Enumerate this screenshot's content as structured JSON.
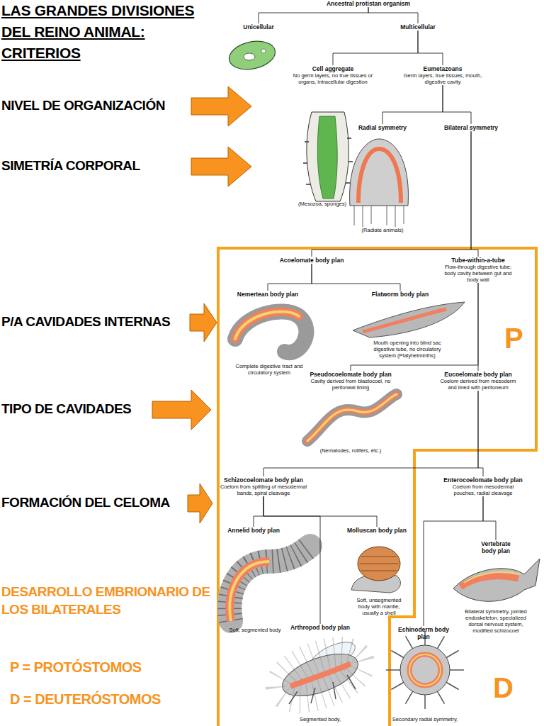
{
  "diagram": {
    "title": "LAS GRANDES DIVISIONES DEL REINO ANIMAL: CRITERIOS",
    "nodes": [
      {
        "text": [
          "Ancestral protistan organism"
        ]
      },
      {
        "text": [
          "Unicellular"
        ]
      },
      {
        "text": [
          "Multicellular"
        ]
      },
      {
        "text": [
          "Cell aggregate",
          "No germ layers, no true tissues or organs, intracellular digestion"
        ]
      },
      {
        "text": [
          "Eumetazoans",
          "Germ layers, true tissues, mouth, digestive cavity"
        ]
      },
      {
        "text": [
          "Radial symmetry"
        ]
      },
      {
        "text": [
          "Bilateral symmetry"
        ]
      },
      {
        "text": [
          "Acoelomate body plan"
        ]
      },
      {
        "text": [
          "Tube-within-a-tube",
          "Flow-through digestive tube; body cavity between gut and body wall"
        ]
      },
      {
        "text": [
          "Nemertean body plan"
        ]
      },
      {
        "text": [
          "Flatworm body plan"
        ]
      },
      {
        "text": [
          "Pseudocoelomate body plan",
          "Cavity derived from blastocoel, no peritoneal lining"
        ]
      },
      {
        "text": [
          "Eucoelomate body plan",
          "Coelom derived from mesoderm and lined with peritoneum"
        ]
      },
      {
        "text": [
          "Schizocoelomate body plan",
          "Coelom from splitting of mesodermal bands, spiral cleavage"
        ]
      },
      {
        "text": [
          "Enterocoelomate body plan",
          "Coelom from mesodermal pouches, radial cleavage"
        ]
      },
      {
        "text": [
          "Annelid body plan"
        ]
      },
      {
        "text": [
          "Molluscan body plan"
        ]
      },
      {
        "text": [
          "Arthropod body plan"
        ]
      },
      {
        "text": [
          "Vertebrate body plan"
        ]
      },
      {
        "text": [
          "Echinoderm body plan"
        ]
      }
    ],
    "edges": [
      {
        "from": 0,
        "to": 1,
        "arrow": "none"
      },
      {
        "from": 0,
        "to": 2,
        "arrow": "none"
      },
      {
        "from": 2,
        "to": 3,
        "arrow": "none"
      },
      {
        "from": 2,
        "to": 4,
        "arrow": "none"
      },
      {
        "from": 4,
        "to": 5,
        "arrow": "none"
      },
      {
        "from": 4,
        "to": 6,
        "arrow": "none"
      },
      {
        "from": 6,
        "to": 7,
        "arrow": "none"
      },
      {
        "from": 6,
        "to": 8,
        "arrow": "none"
      },
      {
        "from": 7,
        "to": 9,
        "arrow": "none"
      },
      {
        "from": 7,
        "to": 10,
        "arrow": "none"
      },
      {
        "from": 8,
        "to": 11,
        "arrow": "none"
      },
      {
        "from": 8,
        "to": 12,
        "arrow": "none"
      },
      {
        "from": 12,
        "to": 13,
        "arrow": "none"
      },
      {
        "from": 12,
        "to": 14,
        "arrow": "none"
      },
      {
        "from": 13,
        "to": 15,
        "arrow": "none"
      },
      {
        "from": 13,
        "to": 16,
        "arrow": "none"
      },
      {
        "from": 13,
        "to": 17,
        "arrow": "none"
      },
      {
        "from": 14,
        "to": 18,
        "arrow": "none"
      },
      {
        "from": 14,
        "to": 19,
        "arrow": "none"
      }
    ],
    "labels": [
      "NIVEL DE ORGANIZACIÓN",
      "SIMETRÍA CORPORAL",
      "P/A CAVIDADES INTERNAS",
      "TIPO DE CAVIDADES",
      "FORMACIÓN DEL CELOMA",
      "DESARROLLO EMBRIONARIO DE LOS BILATERALES",
      "P = PROTÓSTOMOS",
      "D = DEUTERÓSTOMOS",
      "(Mesozoa, sponges)",
      "(Radiate animals)",
      "P",
      "Complete digestive tract and circulatory system",
      "Mouth opening into blind sac digestive tube, no circulatory system (Platyhelminths)",
      "(Nematodes, rotifers, etc.)",
      "Soft, segmented body",
      "Soft, unsegmented body with mantle, usually a shell",
      "Bilateral symmetry, jointed endoskeleton, specialized dorsal nervous system, modified schizocoel",
      "Segmented body,",
      "Secondary radial symmetry,",
      "D"
    ]
  }
}
